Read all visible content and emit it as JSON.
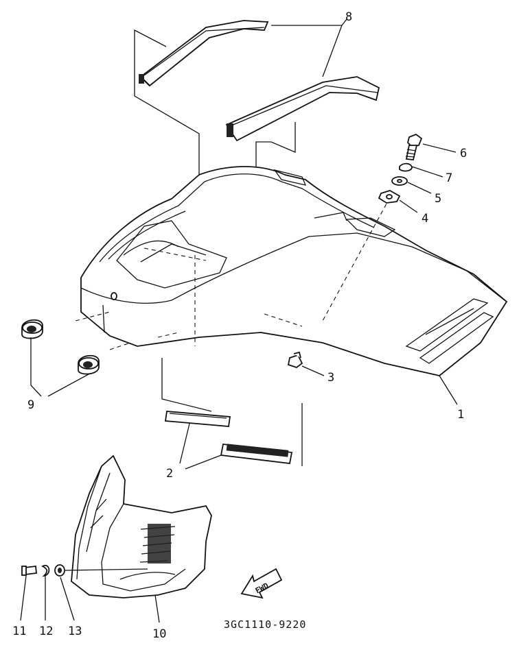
{
  "diagram": {
    "callouts": [
      {
        "id": "c1",
        "label": "1"
      },
      {
        "id": "c2",
        "label": "2"
      },
      {
        "id": "c3",
        "label": "3"
      },
      {
        "id": "c4",
        "label": "4"
      },
      {
        "id": "c5",
        "label": "5"
      },
      {
        "id": "c6",
        "label": "6"
      },
      {
        "id": "c7",
        "label": "7"
      },
      {
        "id": "c8",
        "label": "8"
      },
      {
        "id": "c9",
        "label": "9"
      },
      {
        "id": "c10",
        "label": "10"
      },
      {
        "id": "c11",
        "label": "11"
      },
      {
        "id": "c12",
        "label": "12"
      },
      {
        "id": "c13",
        "label": "13"
      }
    ],
    "fwd_label": "FWD",
    "drawing_code": "3GC1110-9220"
  }
}
